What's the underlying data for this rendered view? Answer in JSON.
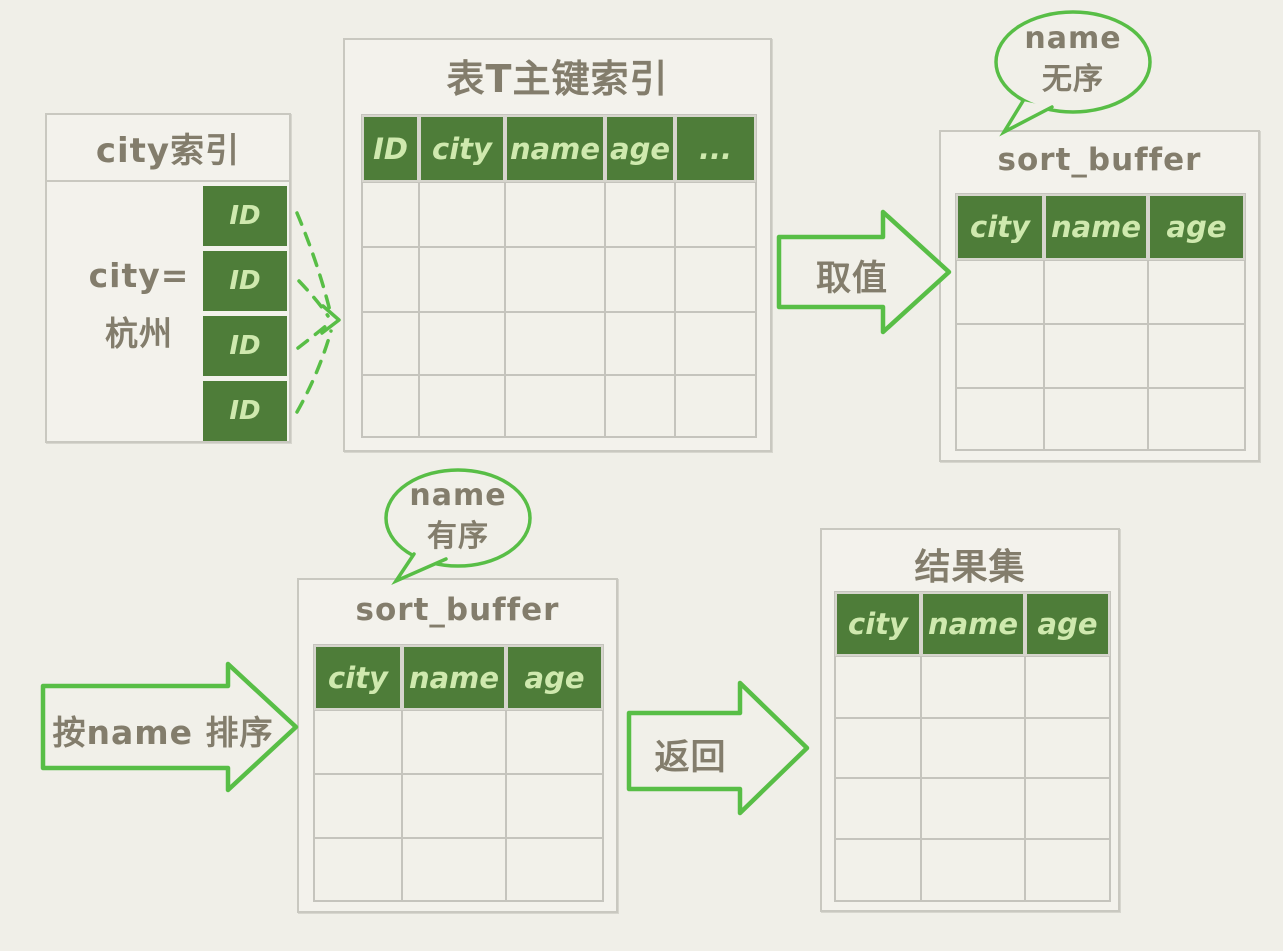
{
  "palette": {
    "background": "#f0efe8",
    "box_fill": "#f3f2ec",
    "border_gray": "#c9c8c0",
    "header_green": "#4e7d39",
    "header_text_green": "#cfe9ae",
    "hand_text": "#837d6c",
    "arrow_green": "#58be46"
  },
  "city_index": {
    "title": "city索引",
    "condition_line1": "city=",
    "condition_line2": "杭州",
    "id_cells": [
      "ID",
      "ID",
      "ID",
      "ID"
    ]
  },
  "primary_index": {
    "title": "表T主键索引",
    "columns": [
      "ID",
      "city",
      "name",
      "age",
      "..."
    ],
    "empty_rows": 4
  },
  "sort_buffer_top": {
    "title": "sort_buffer",
    "columns": [
      "city",
      "name",
      "age"
    ],
    "empty_rows": 3,
    "bubble_line1": "name",
    "bubble_line2": "无序"
  },
  "sort_buffer_bottom": {
    "title": "sort_buffer",
    "columns": [
      "city",
      "name",
      "age"
    ],
    "empty_rows": 3,
    "bubble_line1": "name",
    "bubble_line2": "有序"
  },
  "result_set": {
    "title": "结果集",
    "columns": [
      "city",
      "name",
      "age"
    ],
    "empty_rows": 4
  },
  "arrows": {
    "fetch_label": "取值",
    "sort_label": "按name 排序",
    "return_label": "返回"
  }
}
